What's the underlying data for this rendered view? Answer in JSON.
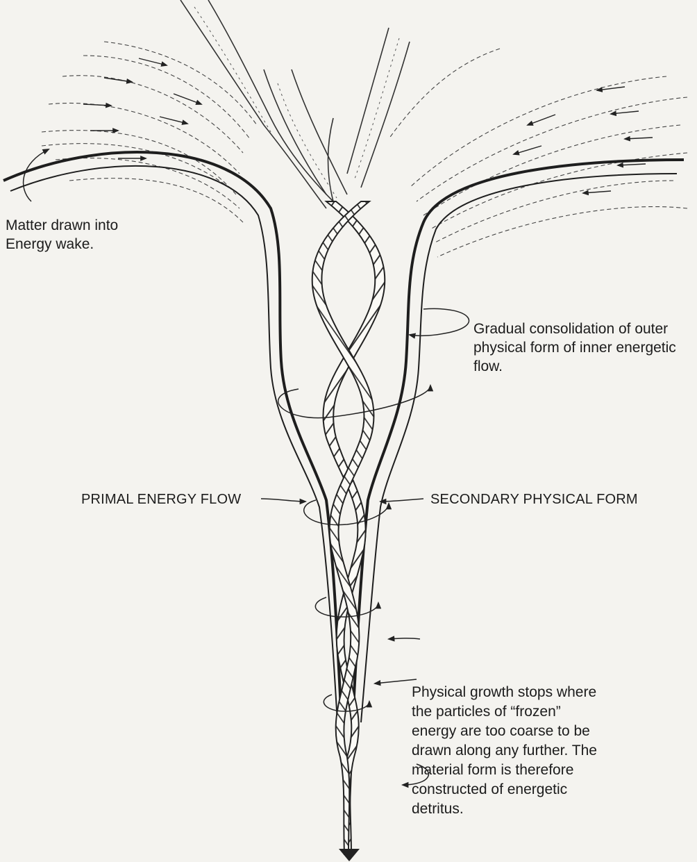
{
  "labels": {
    "matter": "Matter drawn into\nEnergy wake.",
    "consolidation": "Gradual consolidation of outer\nphysical form of inner energetic\nflow.",
    "primal": "PRIMAL ENERGY FLOW",
    "secondary": "SECONDARY PHYSICAL FORM",
    "growth": "Physical growth stops where\nthe particles of “frozen”\nenergy are too coarse to be\ndrawn along any further. The\nmaterial form is therefore\nconstructed of energetic\ndetritus."
  }
}
